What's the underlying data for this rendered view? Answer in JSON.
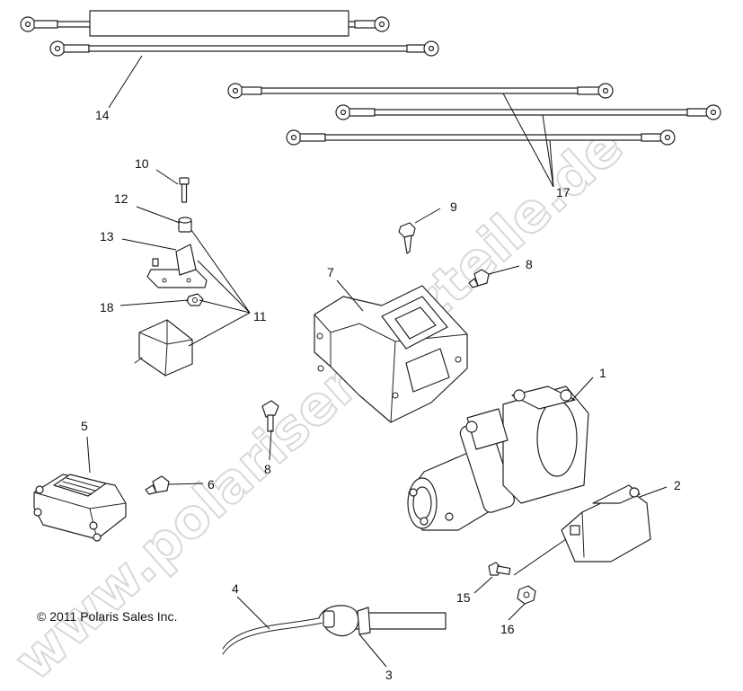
{
  "diagram": {
    "copyright": "© 2011 Polaris Sales Inc.",
    "watermark": "www.polarisersatzteile.de",
    "callouts": {
      "c1": "1",
      "c2": "2",
      "c3": "3",
      "c4": "4",
      "c5": "5",
      "c6": "6",
      "c7": "7",
      "c8a": "8",
      "c8b": "8",
      "c9": "9",
      "c10": "10",
      "c11": "11",
      "c12": "12",
      "c13": "13",
      "c14": "14",
      "c15": "15",
      "c16": "16",
      "c17": "17",
      "c18": "18"
    }
  }
}
